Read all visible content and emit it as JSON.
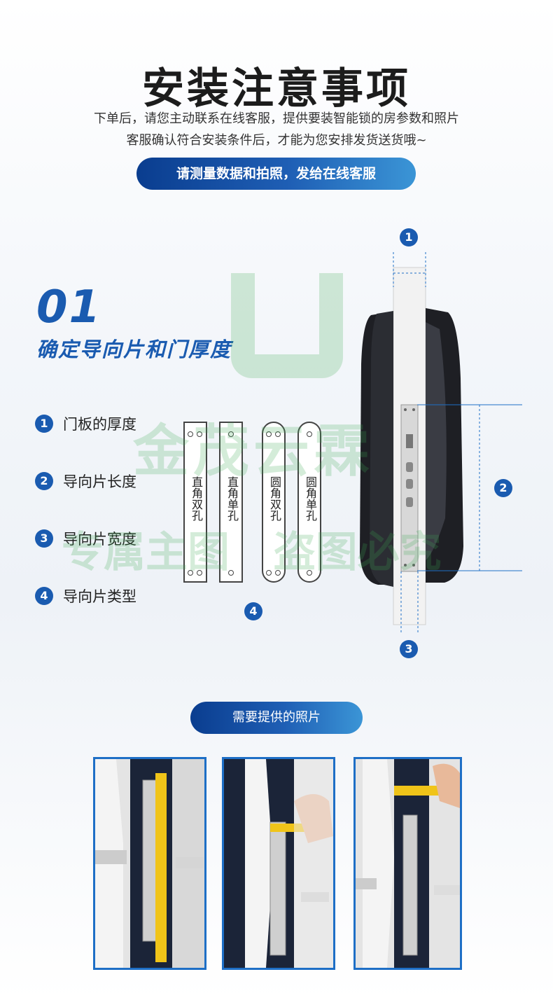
{
  "header": {
    "title": "安装注意事项",
    "line1": "下单后，请您主动联系在线客服，提供要装智能锁的房参数和照片",
    "line2": "客服确认符合安装条件后，才能为您安排发货送货哦~",
    "cta": "请测量数据和拍照，发给在线客服"
  },
  "step": {
    "number": "01",
    "title": "确定导向片和门厚度"
  },
  "legend": [
    {
      "num": "1",
      "label": "门板的厚度"
    },
    {
      "num": "2",
      "label": "导向片长度"
    },
    {
      "num": "3",
      "label": "导向片宽度"
    },
    {
      "num": "4",
      "label": "导向片类型"
    }
  ],
  "plates": [
    {
      "label": "直角双孔"
    },
    {
      "label": "直角单孔"
    },
    {
      "label": "圆角双孔"
    },
    {
      "label": "圆角单孔"
    }
  ],
  "markers": {
    "m1": "1",
    "m2": "2",
    "m3": "3",
    "m4": "4"
  },
  "photos_section": {
    "title": "需要提供的照片"
  },
  "watermark": {
    "brand": "金茂云霖",
    "notice": "专属主图   盗图必究"
  },
  "colors": {
    "accent": "#1a5bb0",
    "pill_start": "#0a3d8f",
    "pill_end": "#3b95d6",
    "photo_border": "#1e6fc6",
    "watermark": "#3caa50"
  }
}
